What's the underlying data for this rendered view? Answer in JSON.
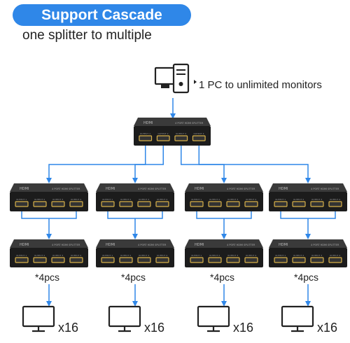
{
  "header": {
    "title": "Support Cascade",
    "subtitle": "one splitter to multiple"
  },
  "source": {
    "label": "1 PC to unlimited monitors",
    "icon": "desktop-pc-icon"
  },
  "splitter": {
    "brand_text": "HDMI",
    "model_text": "4 PORT HDMI SPLITTER",
    "port_label": "OUTPUT"
  },
  "branches": [
    {
      "quantity": "*4pcs",
      "monitors": "x16"
    },
    {
      "quantity": "*4pcs",
      "monitors": "x16"
    },
    {
      "quantity": "*4pcs",
      "monitors": "x16"
    },
    {
      "quantity": "*4pcs",
      "monitors": "x16"
    }
  ],
  "colors": {
    "accent": "#2f87e8",
    "device": "#1c1c1c",
    "port": "#d9b24a"
  }
}
